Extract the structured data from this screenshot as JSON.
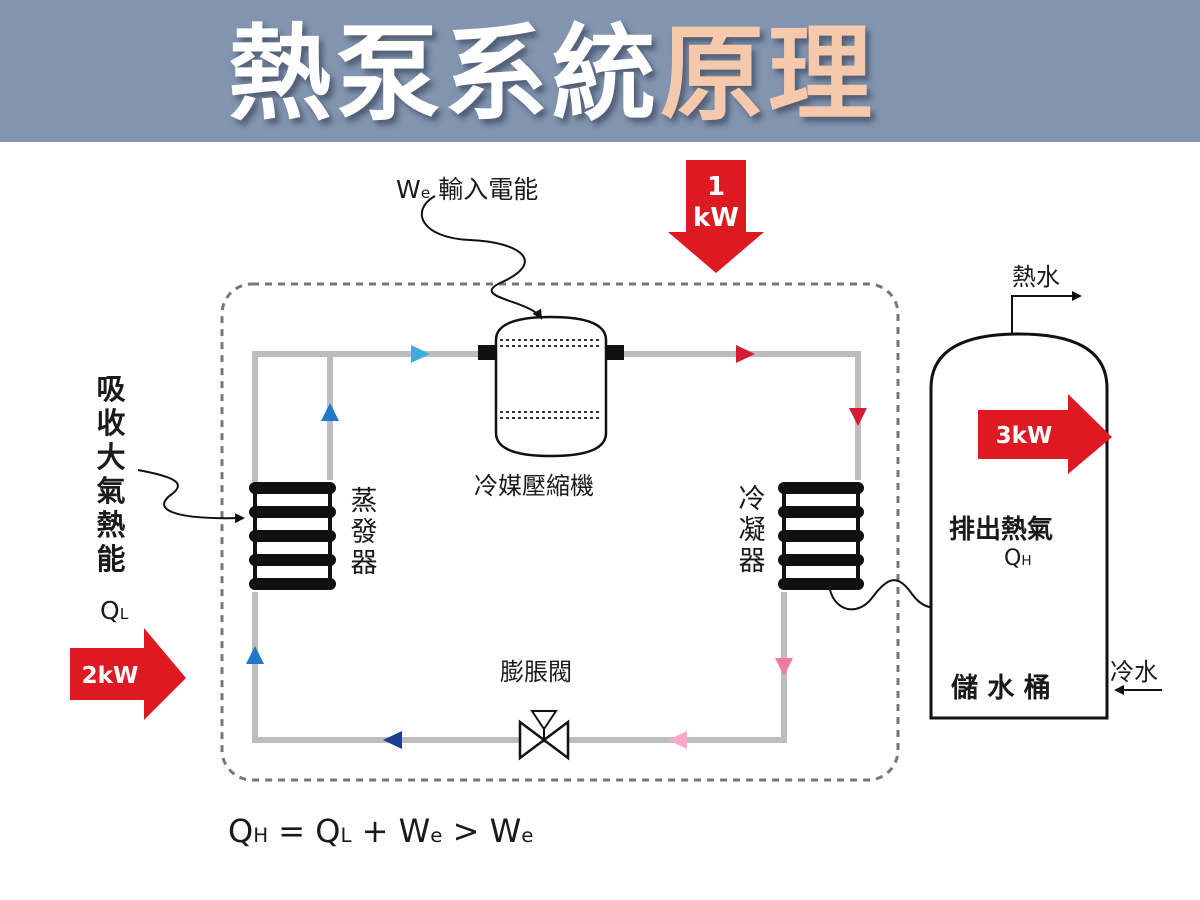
{
  "title": {
    "main": "熱泵系統",
    "accent": "原理"
  },
  "colors": {
    "banner": "#8294b0",
    "title_text": "#ffffff",
    "title_accent": "#f6c9ad",
    "power_arrow": "#dd1a22",
    "pipe": "#bdbdbd",
    "coil": "#111111",
    "cold_arrow": "#1f78c8",
    "cyan_arrow": "#38b0e0",
    "hot_arrow": "#d31b35",
    "pink_arrow": "#f17aa0",
    "navy_arrow": "#1a3f8f"
  },
  "labels": {
    "input_power": "輸入電能",
    "compressor": "冷媒壓縮機",
    "evaporator": "蒸發器",
    "condenser": "冷凝器",
    "expansion_valve": "膨脹閥",
    "absorb_heat": "吸收大氣熱能",
    "release_heat": "排出熱氣",
    "tank": "儲 水 桶",
    "hot_water": "熱水",
    "cold_water": "冷水"
  },
  "symbols": {
    "we": {
      "main": "W",
      "sub": "e"
    },
    "ql": {
      "main": "Q",
      "sub": "L"
    },
    "qh": {
      "main": "Q",
      "sub": "H"
    }
  },
  "power": {
    "input": {
      "value": "1",
      "unit": "kW"
    },
    "absorbed": "2kW",
    "released": "3kW"
  },
  "formula": {
    "qh": "Q",
    "qh_sub": "H",
    "eq": " = ",
    "ql": "Q",
    "ql_sub": "L",
    "plus": " + ",
    "we1": "W",
    "we1_sub": "e",
    "gt": " > ",
    "we2": "W",
    "we2_sub": "e"
  }
}
